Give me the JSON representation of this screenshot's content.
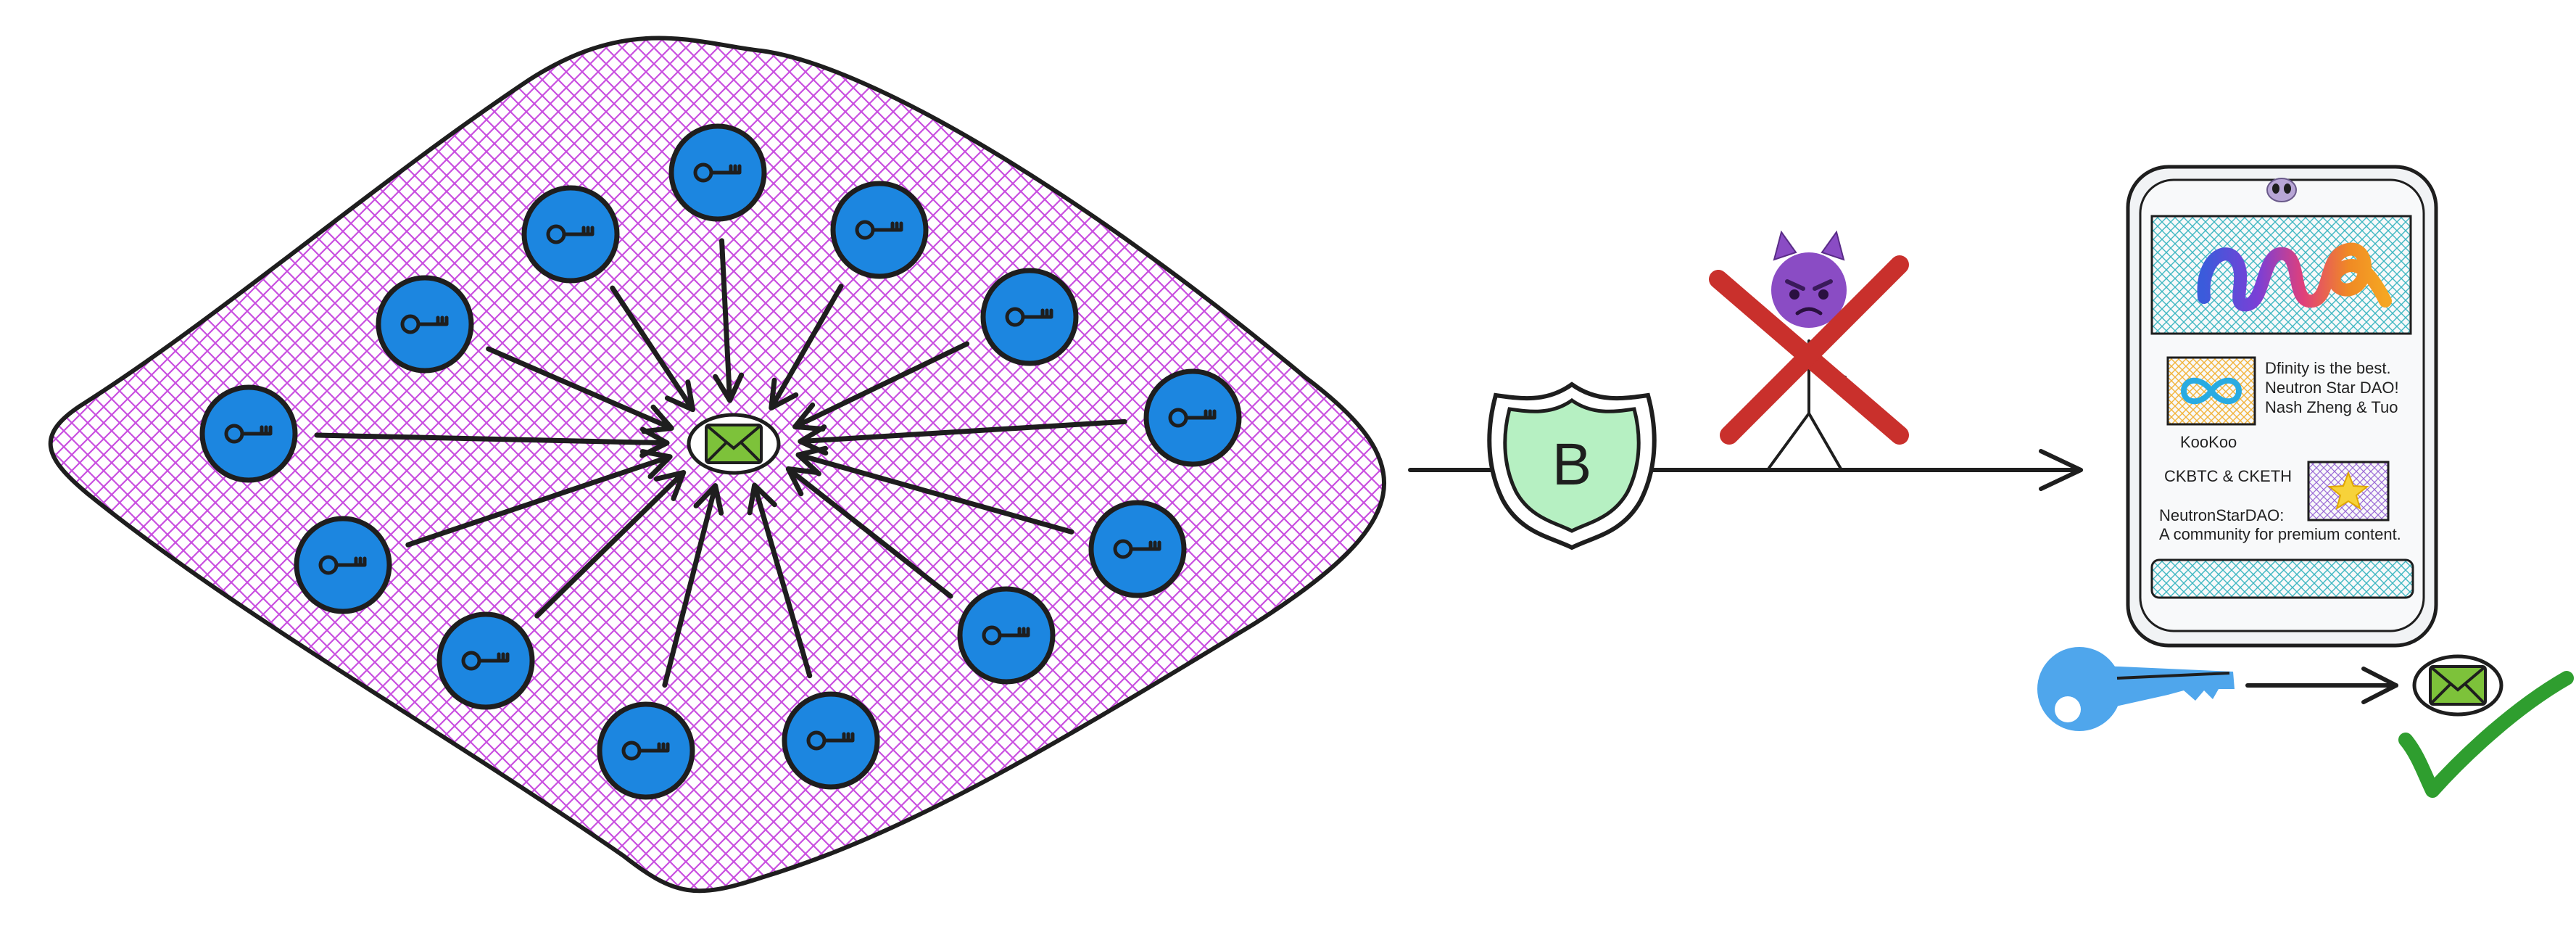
{
  "colors": {
    "ink": "#1e1e1e",
    "hatch": "#c94fe0",
    "key_node": "#1c86e0",
    "envelope": "#7dc23a",
    "shield_fill": "#b6f0c2",
    "cross": "#c9302c",
    "devil": "#8a4cc4",
    "teal_hatch": "#3fb7c2",
    "orange_hatch": "#f2b33a",
    "purple_hatch": "#9b6bd6",
    "light_key": "#4fa6ec",
    "check": "#2f9e2f",
    "phone_fill": "#f8f9fa"
  },
  "icons": {
    "key_node": "key-icon",
    "envelope": "envelope-icon",
    "shield": "shield-icon",
    "adversary": "devil-icon",
    "blocked": "cross-icon",
    "alien": "alien-icon",
    "logo": "squiggle-logo-icon",
    "infinity": "infinity-icon",
    "star": "star-icon",
    "check": "checkmark-icon"
  },
  "shield": {
    "letter": "B"
  },
  "phone": {
    "post_lines": [
      "Dfinity is the best.",
      "Neutron Star DAO!",
      "Nash Zheng & Tuo"
    ],
    "author": "KooKoo",
    "tokens": "CKBTC & CKETH",
    "community_lines": [
      "NeutronStarDAO:",
      "A community for premium content."
    ]
  }
}
